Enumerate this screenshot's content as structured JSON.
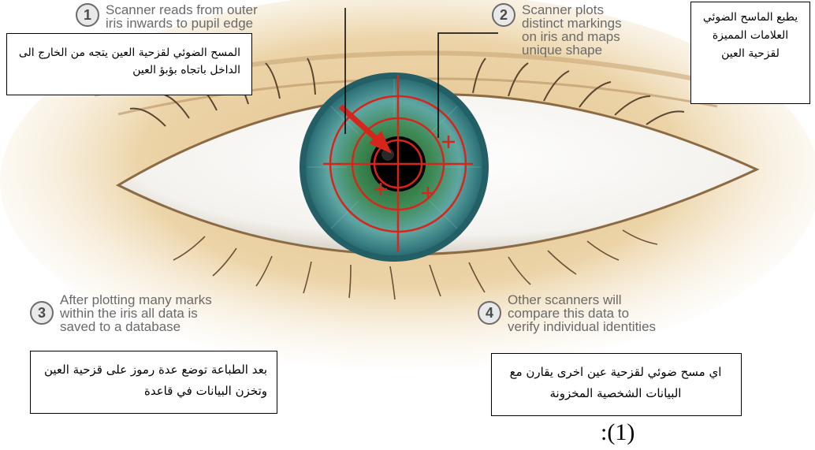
{
  "steps": [
    {
      "number": "1",
      "text": "Scanner reads from outer\niris inwards to pupil edge"
    },
    {
      "number": "2",
      "text": "Scanner plots\ndistinct markings\non iris and maps\nunique shape"
    },
    {
      "number": "3",
      "text": "After plotting many marks\nwithin the iris all data is\nsaved to a database"
    },
    {
      "number": "4",
      "text": "Other scanners will\ncompare this data to\nverify individual identities"
    }
  ],
  "arabic_notes": {
    "top_left": "المسح الضوئي لقزحية العين يتجه من الخارج الى الداخل باتجاه بؤبؤ العين",
    "top_right": "يطبع الماسح الضوئي العلامات المميزة لقزحية العين",
    "bottom_left": "بعد الطباعة توضع عدة رموز على قزحية العين وتخزن البيانات في قاعدة",
    "bottom_right": "اي مسح ضوئي لقزحية عين اخرى يقارن مع البيانات الشخصية المخزونة"
  },
  "caption": ":(1)",
  "colors": {
    "skin": "#e9cfa0",
    "iris": "#2f7f7c",
    "pupil": "#000000",
    "scanner_lines": "#d6261c",
    "step_text": "#6a6a6a"
  },
  "icons": [
    "eye-illustration",
    "scan-arrow-icon",
    "crosshair-icon"
  ]
}
